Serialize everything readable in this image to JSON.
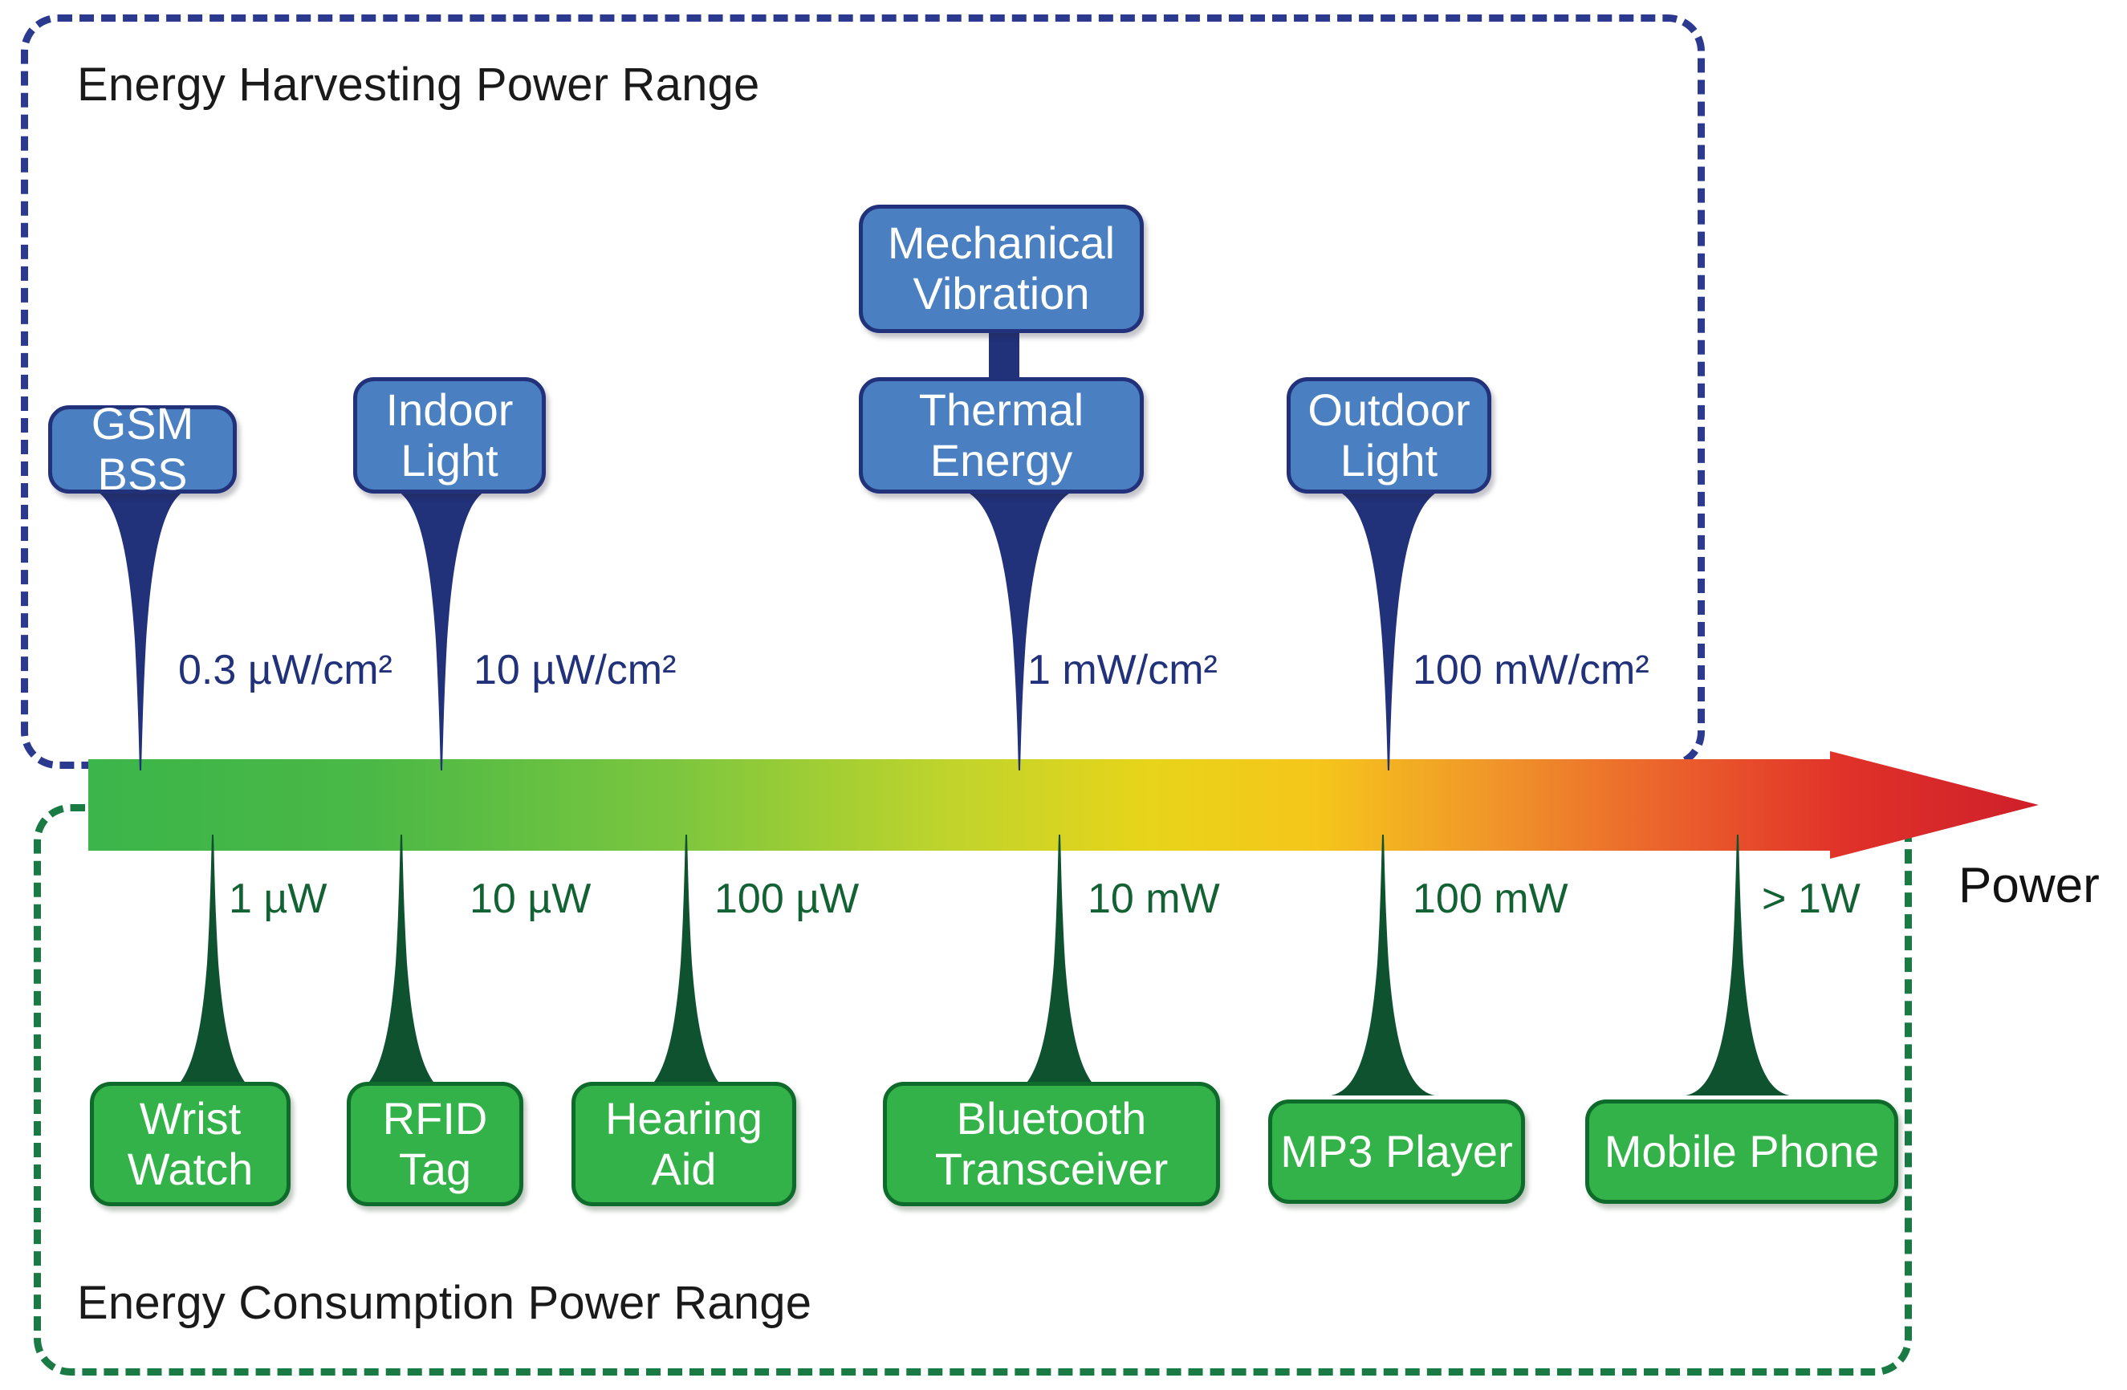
{
  "figure": {
    "title_top": "Energy Harvesting Power Range",
    "title_bottom": "Energy Consumption Power Range",
    "axis_label": "Power"
  },
  "colors": {
    "harvest_border": "#2b3a8f",
    "harvest_node_fill": "#4a7fc1",
    "harvest_node_stroke": "#21317a",
    "harvest_spike": "#21317a",
    "consume_border": "#1a7a43",
    "consume_node_fill": "#33b24a",
    "consume_node_stroke": "#0f6b2b",
    "consume_spike": "#0f5230",
    "gradient_start": "#3cb54a",
    "gradient_mid": "#e8d41a",
    "gradient_end": "#d32028",
    "caption_text": "#1a1a1a"
  },
  "harvesting": {
    "sources": [
      {
        "id": "gsm-bss",
        "label": "GSM BSS",
        "value": "0.3 µW/cm²"
      },
      {
        "id": "indoor-light",
        "label": "Indoor\nLight",
        "value": "10 µW/cm²"
      },
      {
        "id": "mechanical-vibration",
        "label": "Mechanical\nVibration",
        "value": ""
      },
      {
        "id": "thermal-energy",
        "label": "Thermal\nEnergy",
        "value": "1 mW/cm²"
      },
      {
        "id": "outdoor-light",
        "label": "Outdoor\nLight",
        "value": "100 mW/cm²"
      }
    ]
  },
  "consumption": {
    "devices": [
      {
        "id": "wrist-watch",
        "label": "Wrist\nWatch",
        "value": "1 µW"
      },
      {
        "id": "rfid-tag",
        "label": "RFID\nTag",
        "value": "10 µW"
      },
      {
        "id": "hearing-aid",
        "label": "Hearing\nAid",
        "value": "100 µW"
      },
      {
        "id": "bluetooth-transceiver",
        "label": "Bluetooth\nTransceiver",
        "value": "10 mW"
      },
      {
        "id": "mp3-player",
        "label": "MP3 Player",
        "value": "100 mW"
      },
      {
        "id": "mobile-phone",
        "label": "Mobile Phone",
        "value": "> 1W"
      }
    ]
  },
  "chart_data": {
    "type": "diagram",
    "title": "Energy Harvesting vs Energy Consumption Power Range",
    "xlabel": "Power",
    "axis_kind": "logarithmic power scale, left (low) to right (high)",
    "harvesting_series": {
      "name": "Energy Harvesting Power Range",
      "labels": [
        "GSM BSS",
        "Indoor Light",
        "Mechanical Vibration",
        "Thermal Energy",
        "Outdoor Light"
      ],
      "values": [
        "0.3 µW/cm²",
        "10 µW/cm²",
        "1 mW/cm²",
        "1 mW/cm²",
        "100 mW/cm²"
      ],
      "tick_labels": [
        "0.3 µW/cm²",
        "10 µW/cm²",
        "1 mW/cm²",
        "100 mW/cm²"
      ]
    },
    "consumption_series": {
      "name": "Energy Consumption Power Range",
      "labels": [
        "Wrist Watch",
        "RFID Tag",
        "Hearing Aid",
        "Bluetooth Transceiver",
        "MP3 Player",
        "Mobile Phone"
      ],
      "values": [
        "1 µW",
        "10 µW",
        "100 µW",
        "10 mW",
        "100 mW",
        "> 1W"
      ],
      "tick_labels": [
        "1 µW",
        "10 µW",
        "100 µW",
        "10 mW",
        "100 mW",
        "> 1W"
      ]
    },
    "legend": [],
    "grid": false
  }
}
